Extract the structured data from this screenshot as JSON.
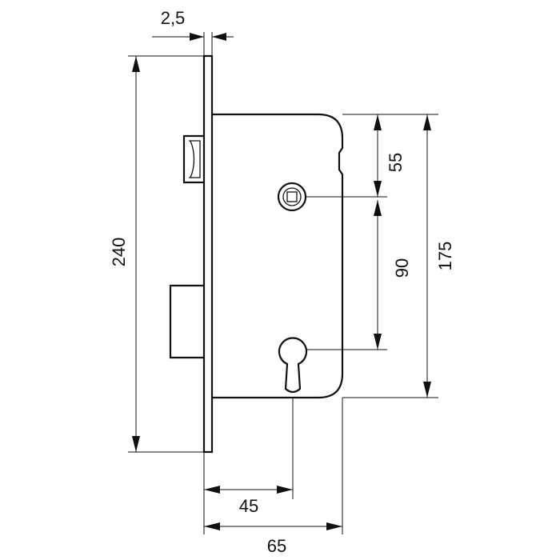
{
  "dimensions": {
    "faceplate_thickness": "2,5",
    "faceplate_height": "240",
    "case_height": "175",
    "handle_offset": "55",
    "center_distance": "90",
    "backset": "45",
    "case_depth": "65"
  }
}
